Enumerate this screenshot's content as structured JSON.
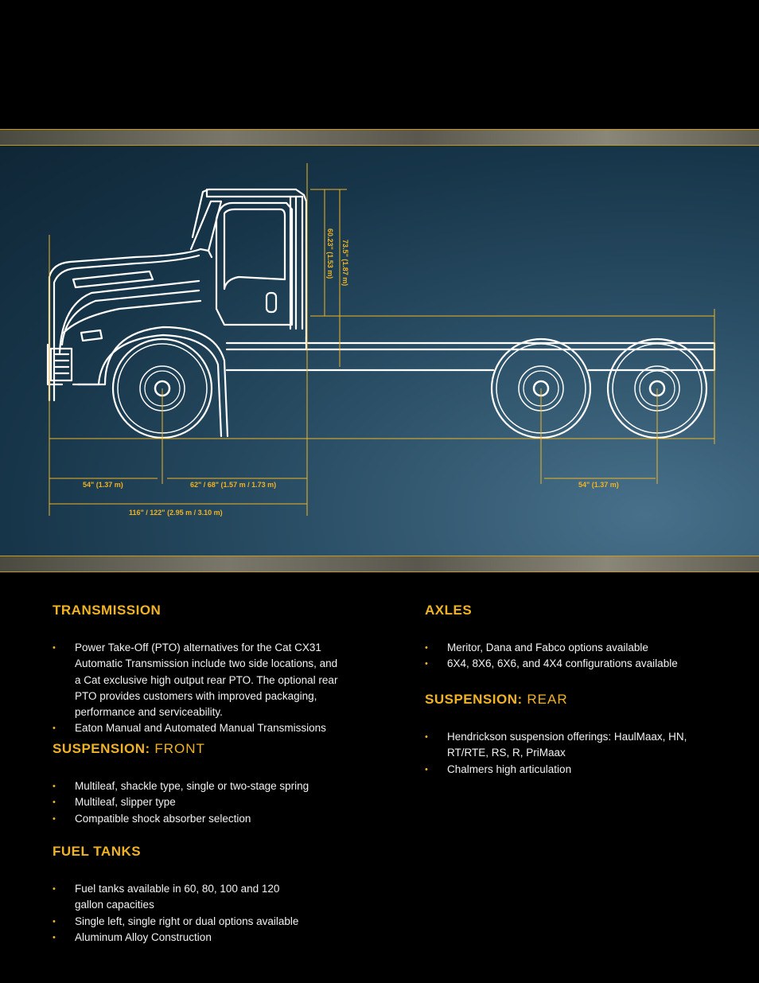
{
  "diagram": {
    "dim_cab_height_inner": "60.23\" (1.53 m)",
    "dim_cab_height_outer": "73.5\" (1.87 m)",
    "dim_front_overhang": "54\" (1.37 m)",
    "dim_front_to_cab": "62\" / 68\" (1.57 m / 1.73 m)",
    "dim_rear_tandem": "54\" (1.37 m)",
    "dim_bumper_to_cab": "116\" / 122\" (2.95 m / 3.10 m)"
  },
  "transmission": {
    "title": "TRANSMISSION",
    "items": [
      "Power Take-Off (PTO) alternatives for the Cat CX31 Automatic Transmission include two side locations, and a Cat exclusive high output rear PTO. The optional rear PTO provides customers with improved packaging, performance and serviceability.",
      "Eaton Manual and Automated Manual Transmissions"
    ]
  },
  "suspension_front": {
    "title": "SUSPENSION:",
    "subtitle": " FRONT",
    "items": [
      "Multileaf, shackle type, single or two-stage spring",
      "Multileaf, slipper type",
      "Compatible shock absorber selection"
    ]
  },
  "fuel_tanks": {
    "title": "FUEL TANKS",
    "items": [
      "Fuel tanks available in 60, 80, 100 and 120 gallon capacities",
      "Single left, single right or dual options available",
      "Aluminum Alloy Construction"
    ]
  },
  "axles": {
    "title": "AXLES",
    "items": [
      "Meritor, Dana and Fabco options available",
      "6X4, 8X6, 6X6, and 4X4 configurations available"
    ]
  },
  "suspension_rear": {
    "title": "SUSPENSION:",
    "subtitle": " REAR",
    "items": [
      "Hendrickson suspension offerings: HaulMaax, HN, RT/RTE, RS, R, PriMaax",
      "Chalmers high articulation"
    ]
  },
  "colors": {
    "accent": "#f0b323",
    "background": "#000000",
    "diagram_blue": "#1d3f55"
  }
}
